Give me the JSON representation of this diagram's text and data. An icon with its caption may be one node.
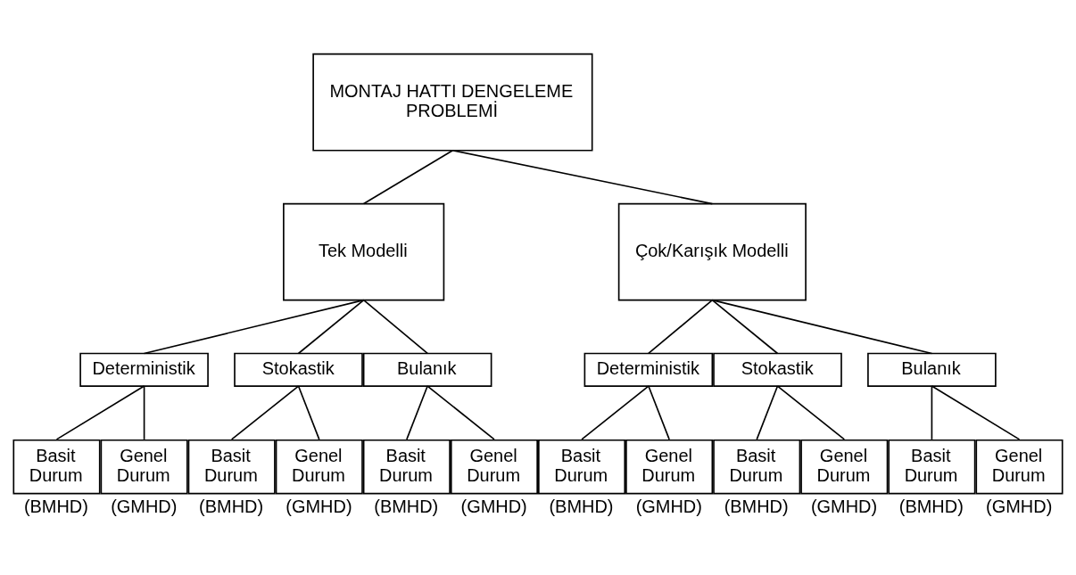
{
  "diagram": {
    "nodes": [
      {
        "text": [
          "MONTAJ HATTI DENGELEME PROBLEMİ"
        ]
      },
      {
        "text": [
          "Tek Modelli"
        ]
      },
      {
        "text": [
          "Çok/Karışık Modelli"
        ]
      },
      {
        "text": [
          "Deterministik"
        ]
      },
      {
        "text": [
          "Stokastik"
        ]
      },
      {
        "text": [
          "Bulanık"
        ]
      },
      {
        "text": [
          "Deterministik"
        ]
      },
      {
        "text": [
          "Stokastik"
        ]
      },
      {
        "text": [
          "Bulanık"
        ]
      },
      {
        "text": [
          "Basit Durum"
        ],
        "beside": [
          "(BMHD)"
        ]
      },
      {
        "text": [
          "Genel Durum"
        ],
        "beside": [
          "(GMHD)"
        ]
      },
      {
        "text": [
          "Basit Durum"
        ],
        "beside": [
          "(BMHD)"
        ]
      },
      {
        "text": [
          "Genel Durum"
        ],
        "beside": [
          "(GMHD)"
        ]
      },
      {
        "text": [
          "Basit Durum"
        ],
        "beside": [
          "(BMHD)"
        ]
      },
      {
        "text": [
          "Genel Durum"
        ],
        "beside": [
          "(GMHD)"
        ]
      },
      {
        "text": [
          "Basit Durum"
        ],
        "beside": [
          "(BMHD)"
        ]
      },
      {
        "text": [
          "Genel Durum"
        ],
        "beside": [
          "(GMHD)"
        ]
      },
      {
        "text": [
          "Basit Durum"
        ],
        "beside": [
          "(BMHD)"
        ]
      },
      {
        "text": [
          "Genel Durum"
        ],
        "beside": [
          "(GMHD)"
        ]
      },
      {
        "text": [
          "Basit Durum"
        ],
        "beside": [
          "(BMHD)"
        ]
      },
      {
        "text": [
          "Genel Durum"
        ],
        "beside": [
          "(GMHD)"
        ]
      }
    ],
    "edges": [
      {
        "from": 0,
        "to": 1,
        "arrow": "none"
      },
      {
        "from": 0,
        "to": 2,
        "arrow": "none"
      },
      {
        "from": 1,
        "to": 3,
        "arrow": "none"
      },
      {
        "from": 1,
        "to": 4,
        "arrow": "none"
      },
      {
        "from": 1,
        "to": 5,
        "arrow": "none"
      },
      {
        "from": 2,
        "to": 6,
        "arrow": "none"
      },
      {
        "from": 2,
        "to": 7,
        "arrow": "none"
      },
      {
        "from": 2,
        "to": 8,
        "arrow": "none"
      },
      {
        "from": 3,
        "to": 9,
        "arrow": "none"
      },
      {
        "from": 3,
        "to": 10,
        "arrow": "none"
      },
      {
        "from": 4,
        "to": 11,
        "arrow": "none"
      },
      {
        "from": 4,
        "to": 12,
        "arrow": "none"
      },
      {
        "from": 5,
        "to": 13,
        "arrow": "none"
      },
      {
        "from": 5,
        "to": 14,
        "arrow": "none"
      },
      {
        "from": 6,
        "to": 15,
        "arrow": "none"
      },
      {
        "from": 6,
        "to": 16,
        "arrow": "none"
      },
      {
        "from": 7,
        "to": 17,
        "arrow": "none"
      },
      {
        "from": 7,
        "to": 18,
        "arrow": "none"
      },
      {
        "from": 8,
        "to": 19,
        "arrow": "none"
      },
      {
        "from": 8,
        "to": 20,
        "arrow": "none"
      }
    ]
  }
}
